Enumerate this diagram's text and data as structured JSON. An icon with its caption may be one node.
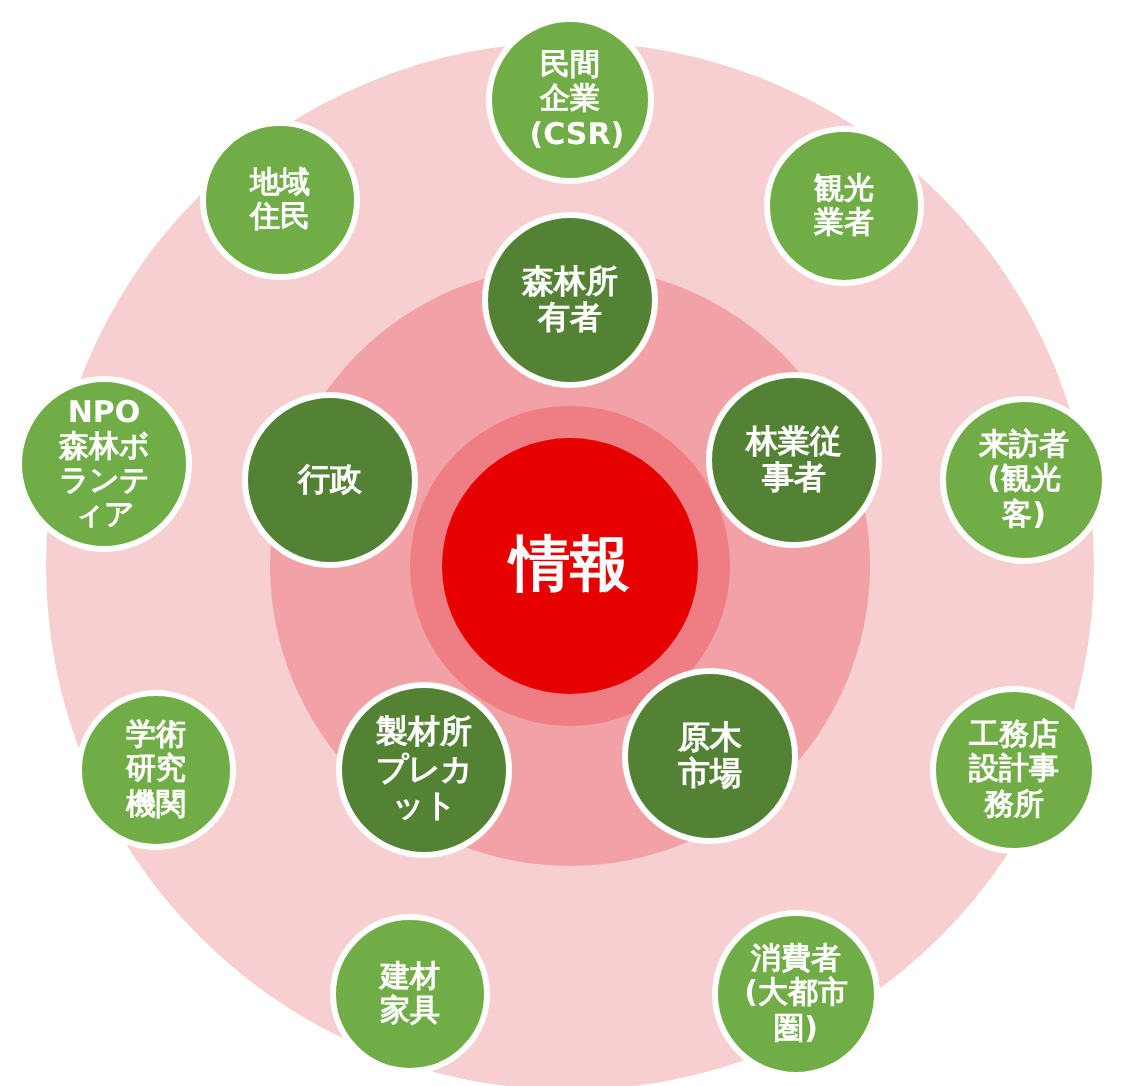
{
  "diagram": {
    "nodes": [
      {
        "text": [
          "情報"
        ]
      },
      {
        "text": [
          "森林所有者"
        ]
      },
      {
        "text": [
          "林業従事者"
        ]
      },
      {
        "text": [
          "原木市場"
        ]
      },
      {
        "text": [
          "製材所プレカット"
        ]
      },
      {
        "text": [
          "行政"
        ]
      },
      {
        "text": [
          "民間企業(CSR)"
        ]
      },
      {
        "text": [
          "観光業者"
        ]
      },
      {
        "text": [
          "来訪者(観光客)"
        ]
      },
      {
        "text": [
          "工務店設計事務所"
        ]
      },
      {
        "text": [
          "消費者(大都市圏)"
        ]
      },
      {
        "text": [
          "建材家具"
        ]
      },
      {
        "text": [
          "学術研究機関"
        ]
      },
      {
        "text": [
          "NPO森林ボランティア"
        ]
      },
      {
        "text": [
          "地域住民"
        ]
      }
    ],
    "edges": []
  }
}
